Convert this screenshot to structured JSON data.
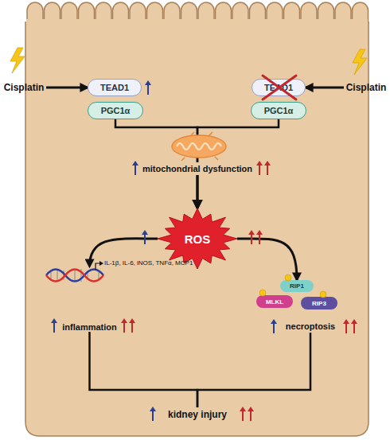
{
  "diagram": {
    "nodes": [
      {
        "text": [
          "Cisplatin"
        ]
      },
      {
        "text": [
          "TEAD1"
        ]
      },
      {
        "text": [
          "PGC1α"
        ]
      },
      {
        "text": [
          "TEAD1"
        ]
      },
      {
        "text": [
          "PGC1α"
        ]
      },
      {
        "text": [
          "Cisplatin"
        ]
      },
      {
        "text": [
          "mitochondrial dysfunction"
        ]
      },
      {
        "text": [
          "ROS"
        ]
      },
      {
        "text": [
          "inflammation"
        ]
      },
      {
        "text": [
          "RIP1"
        ]
      },
      {
        "text": [
          "MLKL"
        ]
      },
      {
        "text": [
          "RIP3"
        ]
      },
      {
        "text": [
          "necroptosis"
        ]
      },
      {
        "text": [
          "kidney injury"
        ]
      }
    ],
    "edges": [
      {
        "from": 0,
        "to": 1,
        "arrow": "to"
      },
      {
        "from": 5,
        "to": 3,
        "arrow": "to"
      },
      {
        "from": 2,
        "to": 6,
        "arrow": "none"
      },
      {
        "from": 4,
        "to": 6,
        "arrow": "none"
      },
      {
        "from": 6,
        "to": 7,
        "arrow": "to"
      },
      {
        "from": 7,
        "to": 8,
        "arrow": "to"
      },
      {
        "from": 7,
        "to": 9,
        "arrow": "to"
      },
      {
        "from": 8,
        "to": 13,
        "arrow": "none"
      },
      {
        "from": 12,
        "to": 13,
        "arrow": "none"
      }
    ],
    "labels": [
      "IL-1β, IL-6, iNOS, TNFα, MCP1"
    ]
  }
}
